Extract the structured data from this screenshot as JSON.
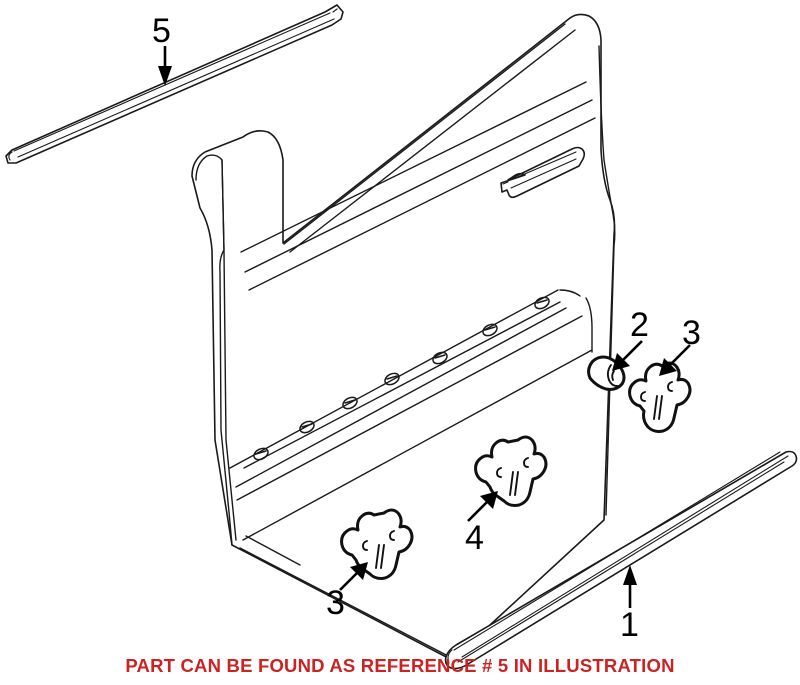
{
  "illustration": {
    "type": "automotive-parts-exploded-diagram",
    "subject": "Front door panel with exterior body side moldings and retaining clips",
    "background_color": "#ffffff",
    "line_color": "#1a1a1a",
    "footer_note": {
      "text": "PART CAN BE FOUND AS REFERENCE # 5 IN ILLUSTRATION",
      "color": "#cc2222"
    },
    "callouts": [
      {
        "id": "1",
        "label": "1",
        "points_to": "lower-body-side-molding",
        "arrow_direction": "up"
      },
      {
        "id": "2",
        "label": "2",
        "points_to": "molding-rivet-fastener",
        "arrow_direction": "down-left"
      },
      {
        "id": "3",
        "label": "3",
        "points_to": "molding-retainer-clip-right",
        "arrow_direction": "down-left"
      },
      {
        "id": "3b",
        "label": "3",
        "points_to": "molding-retainer-clip-left",
        "arrow_direction": "up-right"
      },
      {
        "id": "4",
        "label": "4",
        "points_to": "molding-retainer-clip-center",
        "arrow_direction": "up-right"
      },
      {
        "id": "5",
        "label": "5",
        "points_to": "belt-line-window-molding",
        "arrow_direction": "down"
      }
    ],
    "parts": [
      {
        "ref": "1",
        "name": "lower body side molding",
        "shape": "long-tapered-strip"
      },
      {
        "ref": "2",
        "name": "rivet fastener",
        "shape": "conical-stud"
      },
      {
        "ref": "3",
        "name": "molding retainer clip",
        "shape": "hook-clip",
        "quantity_shown": 2
      },
      {
        "ref": "4",
        "name": "molding retainer clip",
        "shape": "hook-clip",
        "quantity_shown": 1
      },
      {
        "ref": "5",
        "name": "belt line window molding",
        "shape": "long-thin-strip"
      }
    ],
    "door_panel": {
      "name": "front door shell",
      "features": [
        "exterior door handle",
        "belt line groove",
        "lower molding mounting holes",
        "window frame opening"
      ],
      "mounting_holes_count": 7
    }
  }
}
